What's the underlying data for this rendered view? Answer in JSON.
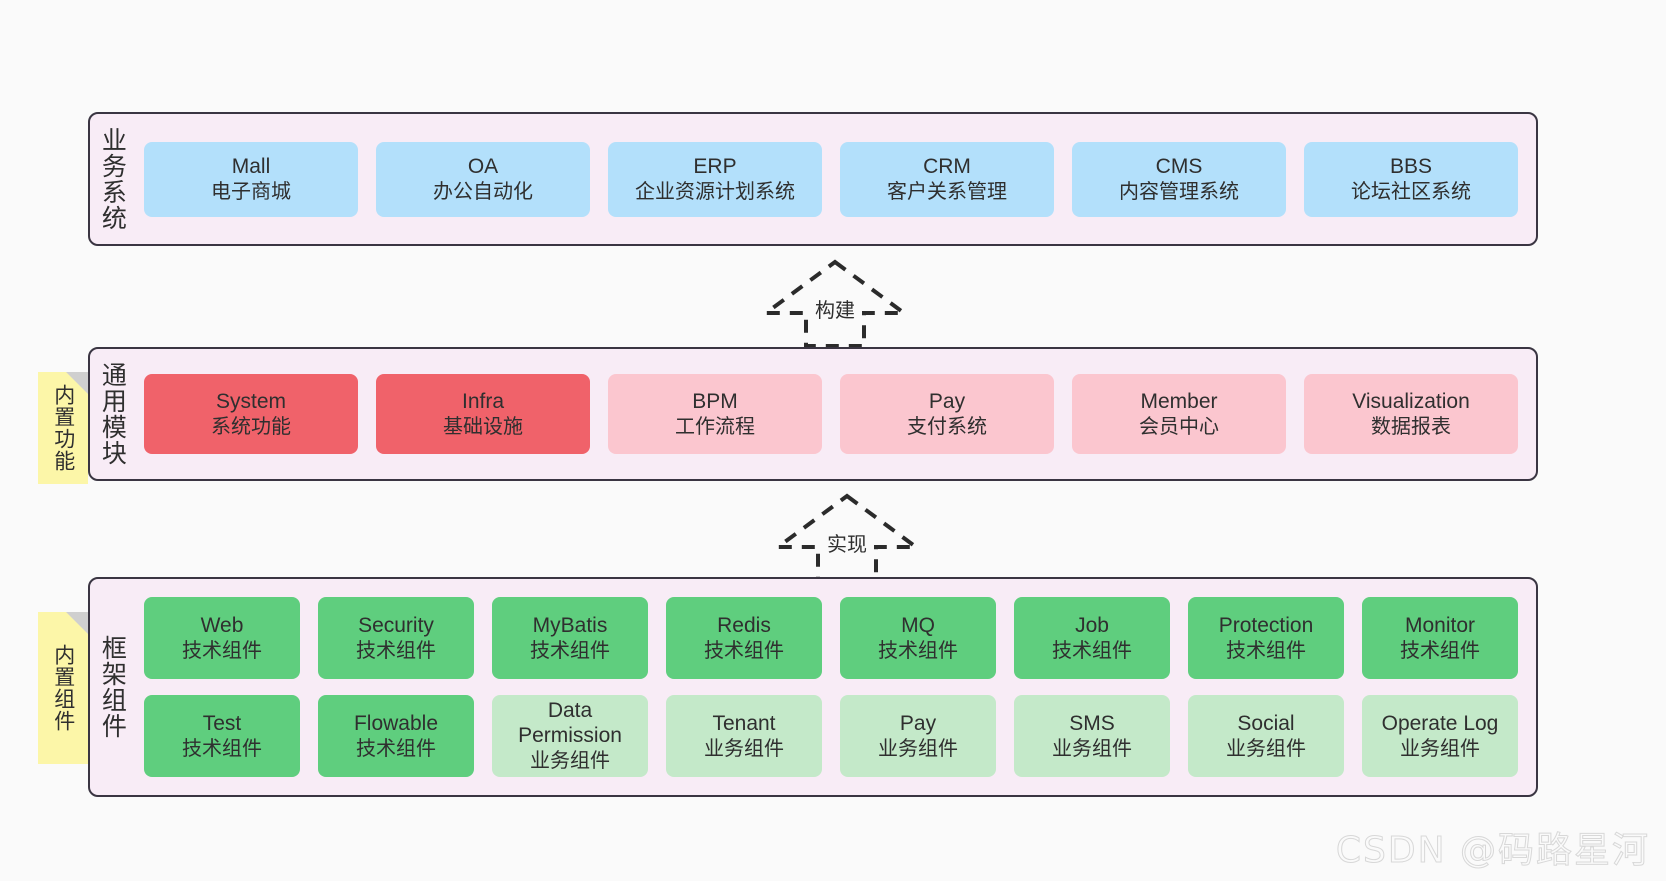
{
  "diagram": {
    "watermark": "CSDN @码路星河",
    "colors": {
      "panel_bg": "#f8ecf6",
      "panel_border": "#3a3542",
      "business_card": "#b3e0fb",
      "module_core": "#f0626a",
      "module_optional": "#fbc6cf",
      "component_tech": "#5fce7e",
      "component_business": "#c4e9c9",
      "note_bg": "#fcf6a8"
    }
  },
  "layers": {
    "business": {
      "title": "业务系统",
      "cards": [
        {
          "en": "Mall",
          "cn": "电子商城"
        },
        {
          "en": "OA",
          "cn": "办公自动化"
        },
        {
          "en": "ERP",
          "cn": "企业资源计划系统"
        },
        {
          "en": "CRM",
          "cn": "客户关系管理"
        },
        {
          "en": "CMS",
          "cn": "内容管理系统"
        },
        {
          "en": "BBS",
          "cn": "论坛社区系统"
        }
      ]
    },
    "common": {
      "title": "通用模块",
      "note": "内置功能",
      "cards": [
        {
          "en": "System",
          "cn": "系统功能"
        },
        {
          "en": "Infra",
          "cn": "基础设施"
        },
        {
          "en": "BPM",
          "cn": "工作流程"
        },
        {
          "en": "Pay",
          "cn": "支付系统"
        },
        {
          "en": "Member",
          "cn": "会员中心"
        },
        {
          "en": "Visualization",
          "cn": "数据报表"
        }
      ]
    },
    "framework": {
      "title": "框架组件",
      "note": "内置组件",
      "row1": [
        {
          "en": "Web",
          "cn": "技术组件"
        },
        {
          "en": "Security",
          "cn": "技术组件"
        },
        {
          "en": "MyBatis",
          "cn": "技术组件"
        },
        {
          "en": "Redis",
          "cn": "技术组件"
        },
        {
          "en": "MQ",
          "cn": "技术组件"
        },
        {
          "en": "Job",
          "cn": "技术组件"
        },
        {
          "en": "Protection",
          "cn": "技术组件"
        },
        {
          "en": "Monitor",
          "cn": "技术组件"
        }
      ],
      "row2": [
        {
          "en": "Test",
          "cn": "技术组件"
        },
        {
          "en": "Flowable",
          "cn": "技术组件"
        },
        {
          "en": "Data Permission",
          "cn": "业务组件"
        },
        {
          "en": "Tenant",
          "cn": "业务组件"
        },
        {
          "en": "Pay",
          "cn": "业务组件"
        },
        {
          "en": "SMS",
          "cn": "业务组件"
        },
        {
          "en": "Social",
          "cn": "业务组件"
        },
        {
          "en": "Operate Log",
          "cn": "业务组件"
        }
      ]
    }
  },
  "arrows": {
    "build": "构建",
    "implement": "实现"
  }
}
